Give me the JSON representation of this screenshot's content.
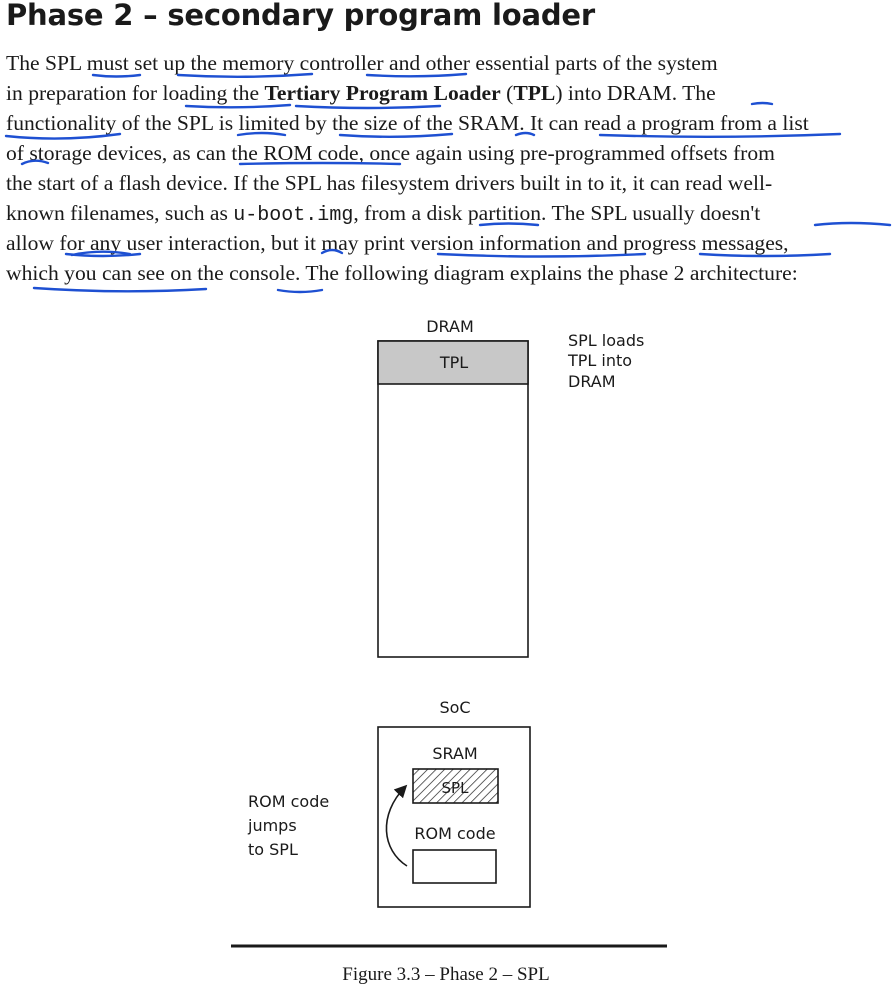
{
  "title": "Phase 2 – secondary program loader",
  "paragraph": {
    "l1": "The SPL must set up the memory controller and other essential parts of the system",
    "l2a": "in preparation for loading the ",
    "l2b": "Tertiary Program Loader",
    "l2c": " (",
    "l2d": "TPL",
    "l2e": ") into DRAM. The",
    "l3": "functionality of the SPL is limited by the size of the SRAM. It can read a program from a list",
    "l4": "of storage devices, as can the ROM code, once again using pre-programmed offsets from",
    "l5": "the start of a flash device. If the SPL has filesystem drivers built in to it, it can read well-",
    "l6a": "known filenames, such as ",
    "l6b": "u-boot.img",
    "l6c": ", from a disk partition. The SPL usually doesn't",
    "l7": "allow for any user interaction, but it may print version information and progress messages,",
    "l8": "which you can see on the console. The following diagram explains the phase 2 architecture:"
  },
  "diagram": {
    "dram_label": "DRAM",
    "tpl_label": "TPL",
    "note_dram": [
      "SPL loads",
      "TPL into",
      "DRAM"
    ],
    "soc_label": "SoC",
    "sram_label": "SRAM",
    "spl_label": "SPL",
    "rom_code_label": "ROM code",
    "note_rom": [
      "ROM code",
      "jumps",
      "to SPL"
    ]
  },
  "colors": {
    "text": "#1a1a1a",
    "tpl_fill": "#c8c8c8",
    "ink": "#1e50d2"
  },
  "caption": "Figure 3.3 – Phase 2 – SPL"
}
